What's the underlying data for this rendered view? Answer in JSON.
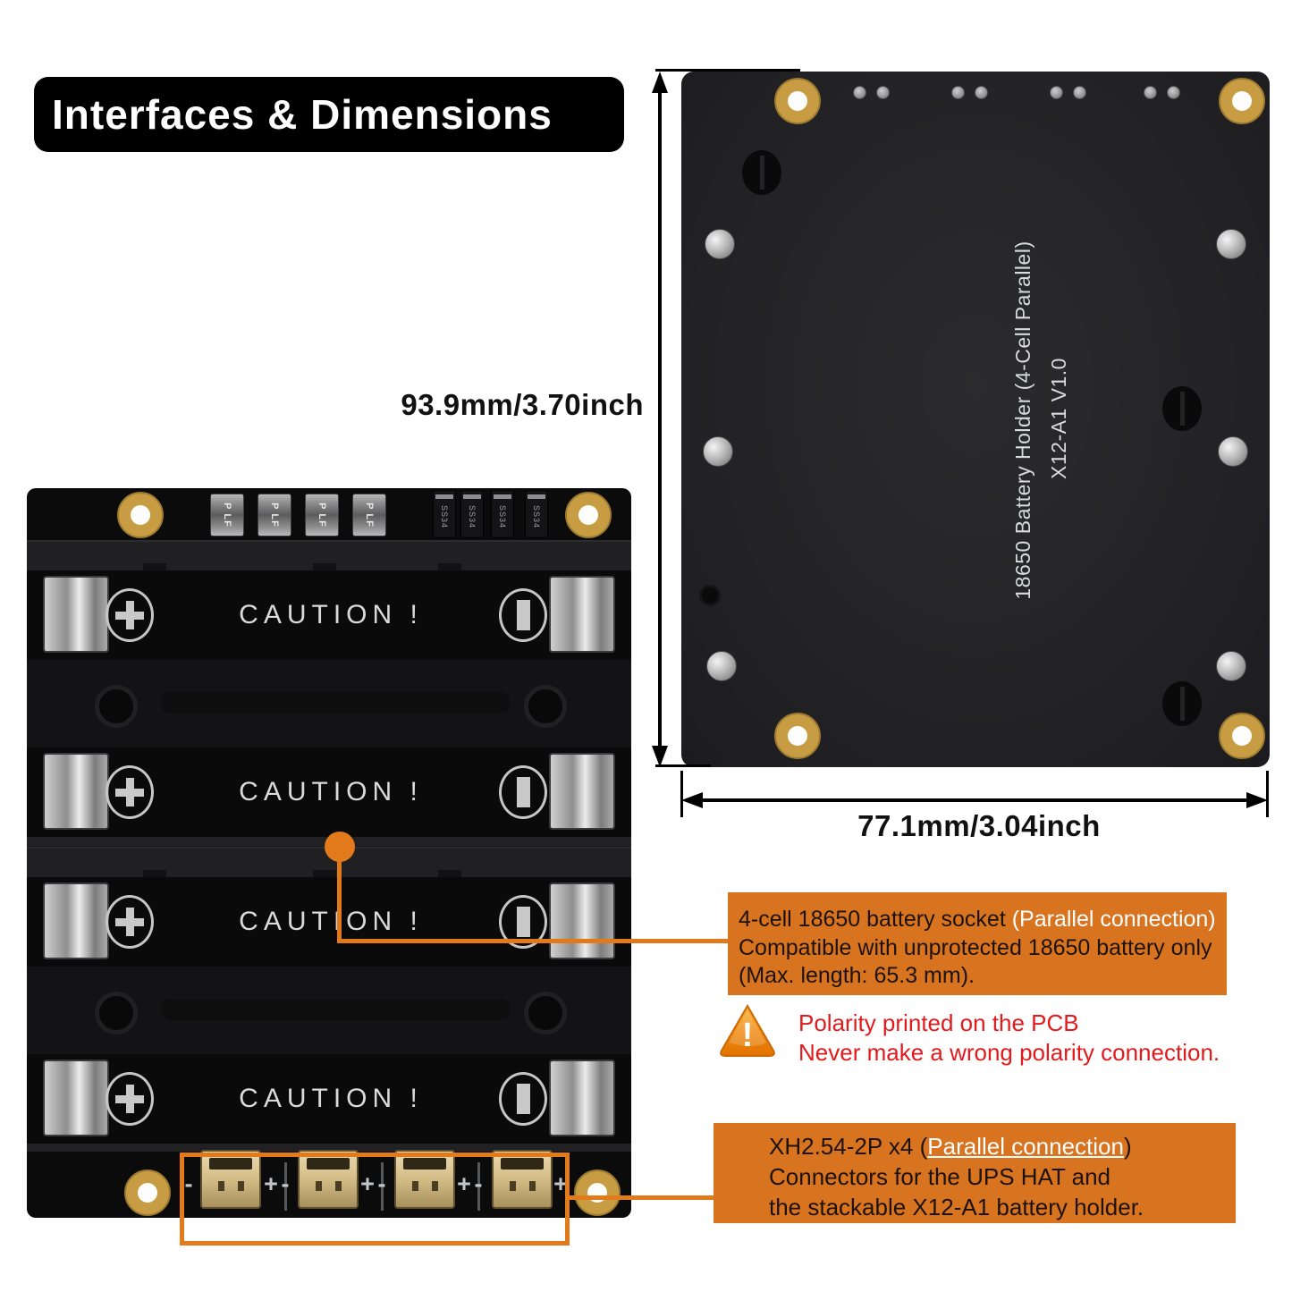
{
  "title": "Interfaces & Dimensions",
  "front_board": {
    "caution_label": "CAUTION !",
    "fuse_label": "P LF",
    "diode_label": "SS34",
    "polarity_minus": "-",
    "polarity_plus": "+"
  },
  "back_board": {
    "silkscreen_line1": "18650 Battery Holder (4-Cell Parallel)",
    "silkscreen_line2": "X12-A1 V1.0"
  },
  "dimensions": {
    "height_label": "93.9mm/3.70inch",
    "width_label": "77.1mm/3.04inch"
  },
  "callout_battery_socket": {
    "line1_prefix": "4-cell 18650 battery socket ",
    "line1_highlight": "(Parallel connection)",
    "line2": "Compatible with unprotected 18650 battery only",
    "line3": "(Max. length: 65.3 mm)."
  },
  "warning": {
    "icon_exclamation": "!",
    "line1": "Polarity printed on the PCB",
    "line2": "Never make a wrong polarity connection."
  },
  "callout_connectors": {
    "line1_prefix": "XH2.54-2P x4 (",
    "line1_highlight": "Parallel connection",
    "line1_suffix": ")",
    "line2": "Connectors for the UPS HAT and",
    "line3": "the stackable X12-A1 battery holder."
  },
  "colors": {
    "callout_orange": "#D8731F",
    "annotation_orange": "#E2791A",
    "warning_red": "#E21A1C",
    "pcb_gold": "#C79C42",
    "board_black": "#1c1c1f"
  }
}
